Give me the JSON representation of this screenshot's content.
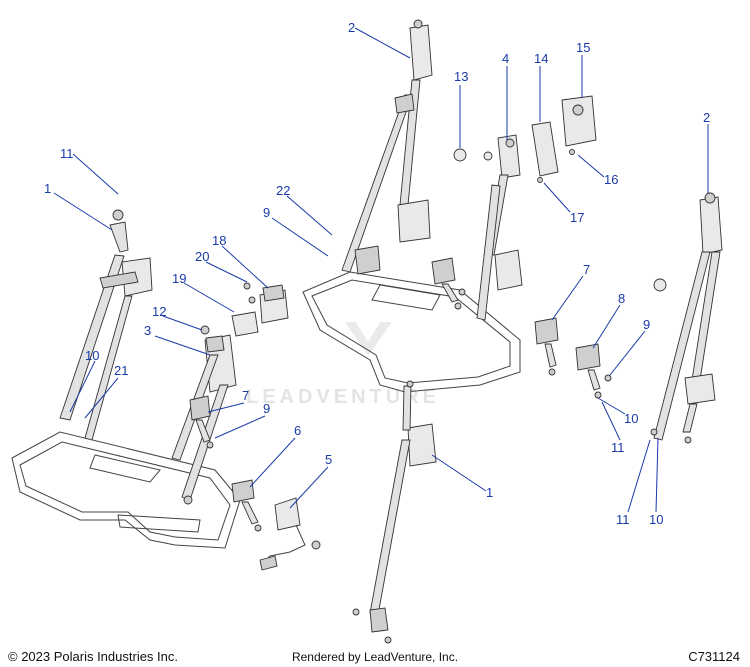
{
  "footer": {
    "copyright": "© 2023 Polaris Industries Inc.",
    "rendered_by": "Rendered by LeadVenture, Inc.",
    "diagram_code": "C731124"
  },
  "watermark": "LEADVENTURE",
  "callout_color": "#1a3aa8",
  "callouts": {
    "c1a": "1",
    "c1b": "1",
    "c2a": "2",
    "c2b": "2",
    "c3": "3",
    "c4": "4",
    "c5": "5",
    "c6": "6",
    "c7a": "7",
    "c7b": "7",
    "c8": "8",
    "c9a": "9",
    "c9b": "9",
    "c9c": "9",
    "c10a": "10",
    "c10b": "10",
    "c10c": "10",
    "c11a": "11",
    "c11b": "11",
    "c11c": "11",
    "c12": "12",
    "c13": "13",
    "c14": "14",
    "c15": "15",
    "c16": "16",
    "c17": "17",
    "c18": "18",
    "c19": "19",
    "c20": "20",
    "c21": "21",
    "c22": "22"
  }
}
